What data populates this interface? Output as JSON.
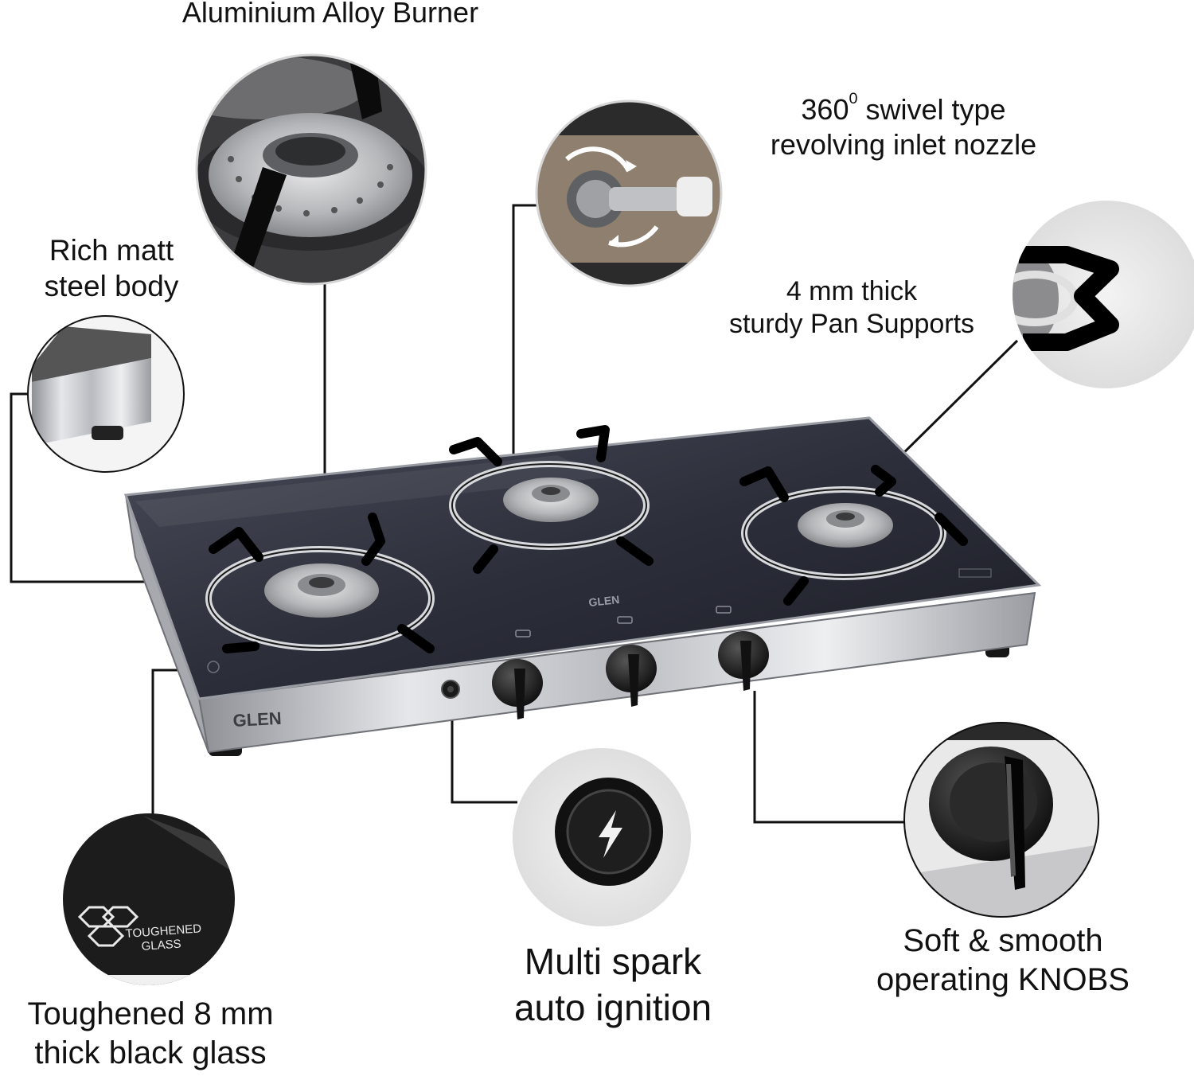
{
  "labels": {
    "burner": "Aluminium Alloy Burner",
    "swivel_pre": "360",
    "swivel_sup": "0",
    "swivel_post": " swivel type",
    "swivel_line2": "revolving inlet nozzle",
    "steel_line1": "Rich matt",
    "steel_line2": "steel body",
    "pan_line1": "4 mm thick",
    "pan_line2": "sturdy Pan Supports",
    "glass_line1": "Toughened 8 mm",
    "glass_line2": "thick black glass",
    "spark_line1": "Multi spark",
    "spark_line2": "auto ignition",
    "knobs_line1": "Soft & smooth",
    "knobs_line2": "operating KNOBS"
  },
  "product": {
    "brand_front": "GLEN",
    "brand_glass": "GLEN",
    "toughened_line1": "TOUGHENED",
    "toughened_line2": "GLASS"
  },
  "colors": {
    "glass": "#3b3d4a",
    "steel": "#c9cbcf",
    "leader_line": "#111111",
    "text": "#111111"
  }
}
